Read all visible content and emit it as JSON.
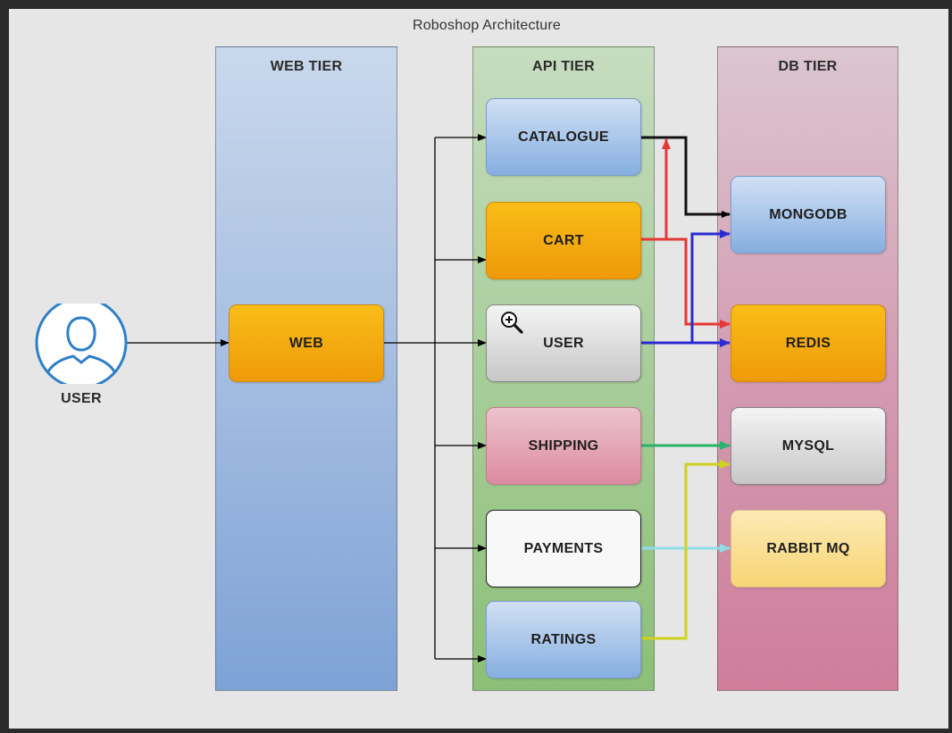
{
  "title": "Roboshop Architecture",
  "tiers": {
    "web": "WEB TIER",
    "api": "API TIER",
    "db": "DB TIER"
  },
  "client": {
    "label": "USER",
    "icon": "user-circle-icon"
  },
  "web_tier": {
    "web": "WEB"
  },
  "api_tier": {
    "catalogue": "CATALOGUE",
    "cart": "CART",
    "user": "USER",
    "shipping": "SHIPPING",
    "payments": "PAYMENTS",
    "ratings": "RATINGS"
  },
  "db_tier": {
    "mongodb": "MONGODB",
    "redis": "REDIS",
    "mysql": "MYSQL",
    "rabbitmq": "RABBIT MQ"
  },
  "connections": [
    {
      "from": "USER",
      "to": "WEB",
      "color": "#000000"
    },
    {
      "from": "WEB",
      "to": "CATALOGUE",
      "color": "#000000"
    },
    {
      "from": "WEB",
      "to": "CART",
      "color": "#000000"
    },
    {
      "from": "WEB",
      "to": "USER",
      "color": "#000000"
    },
    {
      "from": "WEB",
      "to": "SHIPPING",
      "color": "#000000"
    },
    {
      "from": "WEB",
      "to": "PAYMENTS",
      "color": "#000000"
    },
    {
      "from": "WEB",
      "to": "RATINGS",
      "color": "#000000"
    },
    {
      "from": "CATALOGUE",
      "to": "MONGODB",
      "color": "#000000"
    },
    {
      "from": "CART",
      "to": "CATALOGUE",
      "color": "#e53935"
    },
    {
      "from": "CART",
      "to": "REDIS",
      "color": "#e53935"
    },
    {
      "from": "USER",
      "to": "MONGODB",
      "color": "#2b2bd0"
    },
    {
      "from": "USER",
      "to": "REDIS",
      "color": "#2b2bd0"
    },
    {
      "from": "SHIPPING",
      "to": "MYSQL",
      "color": "#26b36b"
    },
    {
      "from": "PAYMENTS",
      "to": "RABBIT MQ",
      "color": "#8fdce8"
    },
    {
      "from": "RATINGS",
      "to": "MYSQL",
      "color": "#cfd21e"
    }
  ],
  "cursor_icon": "zoom-in-icon"
}
